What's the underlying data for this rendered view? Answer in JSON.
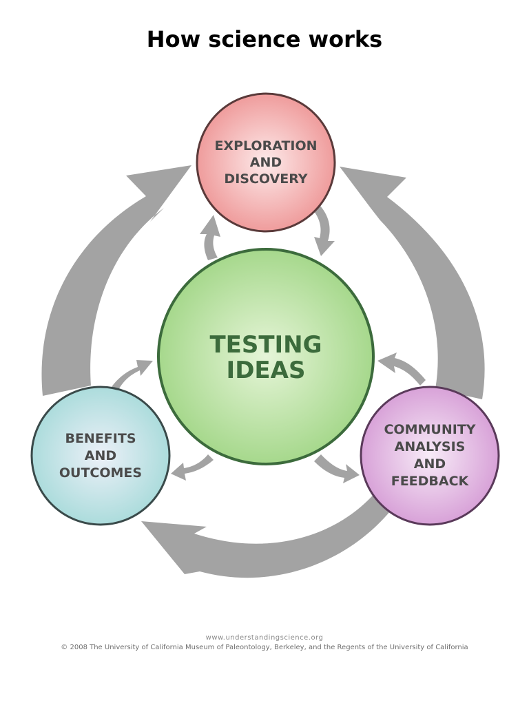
{
  "title": "How science works",
  "colors": {
    "arrow": "#a3a3a3",
    "exploration_fill": "#f2a8a8",
    "exploration_border": "#5a3a3a",
    "testing_fill": "#b8e0a0",
    "testing_border": "#3c6b3c",
    "testing_text": "#3c6b3c",
    "community_fill": "#ddb0dd",
    "community_border": "#5a3a5a",
    "benefits_fill": "#b8e0e2",
    "benefits_border": "#3a4a4a",
    "label_text": "#4a4a4a"
  },
  "nodes": {
    "exploration": {
      "lines": [
        "EXPLORATION",
        "AND",
        "DISCOVERY"
      ]
    },
    "testing": {
      "lines": [
        "TESTING",
        "IDEAS"
      ]
    },
    "community": {
      "lines": [
        "COMMUNITY",
        "ANALYSIS",
        "AND",
        "FEEDBACK"
      ]
    },
    "benefits": {
      "lines": [
        "BENEFITS",
        "AND",
        "OUTCOMES"
      ]
    }
  },
  "footer": {
    "url": "www.understandingscience.org",
    "copyright": "© 2008 The University of California Museum of Paleontology, Berkeley, and the Regents of the University of California"
  }
}
